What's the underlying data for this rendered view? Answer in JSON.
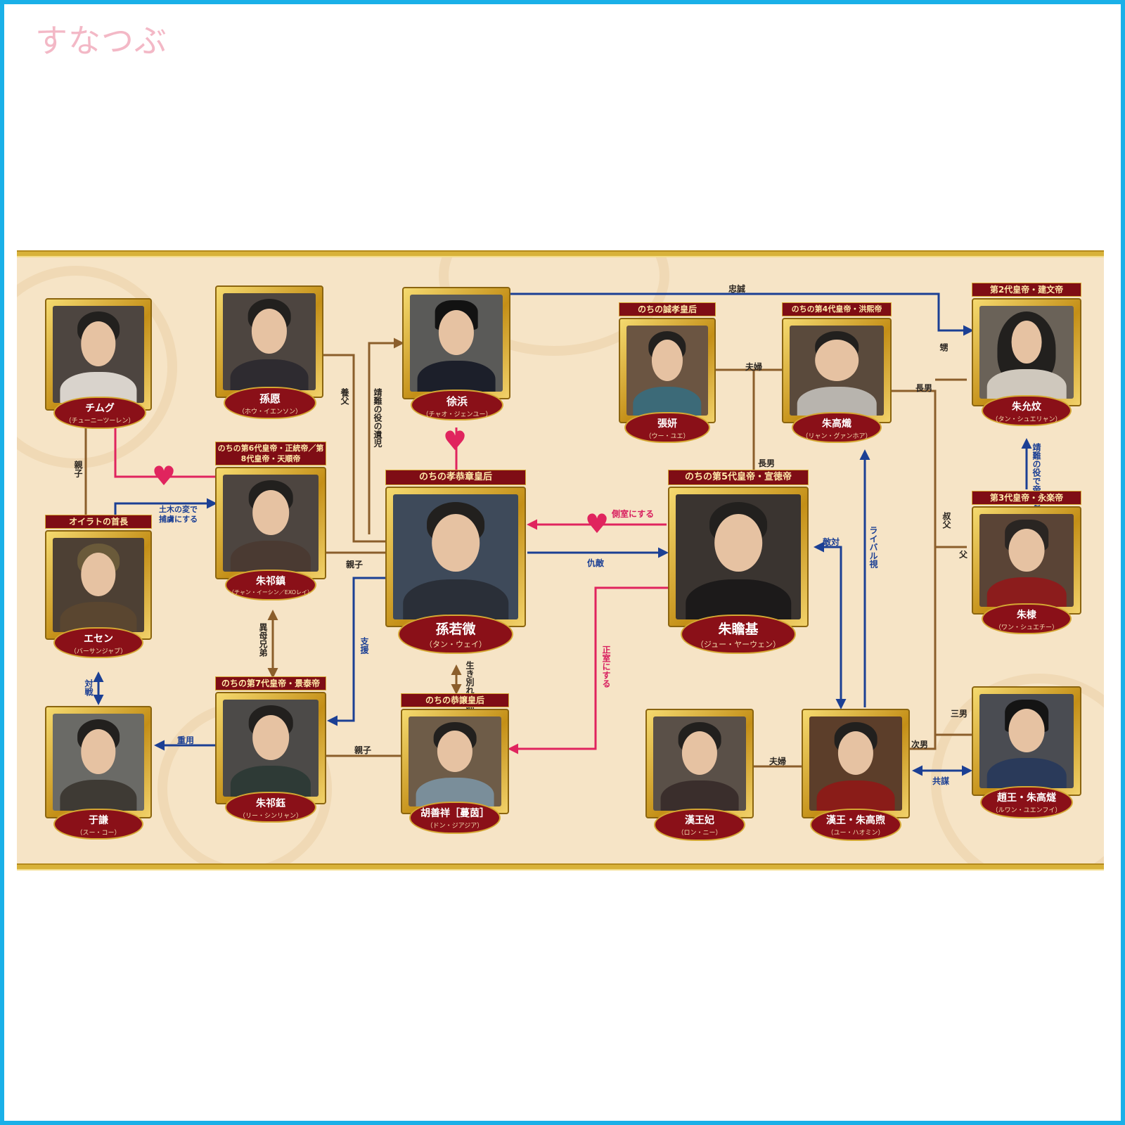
{
  "watermark": "すなつぶ",
  "colors": {
    "frame": "#1ab0e8",
    "panel": "#f6e4c6",
    "gold": "#d8b23a",
    "plate": "#8a1018",
    "parent_line": "#8b5e2b",
    "rival_line": "#1b3f94",
    "love_line": "#e0245e"
  },
  "characters": {
    "chimugu": {
      "name": "チムグ",
      "actor": "（チューニーツーレン）"
    },
    "sonken": {
      "name": "孫愿",
      "actor": "（ホウ・イエンソン）"
    },
    "johin": {
      "name": "徐浜",
      "actor": "（チャオ・ジェンユー）"
    },
    "choken": {
      "title": "のちの誠孝皇后",
      "name": "張妍",
      "actor": "（ウー・ユエ）"
    },
    "shukoshi": {
      "title": "のちの第4代皇帝・洪熙帝",
      "name": "朱高熾",
      "actor": "（リャン・グァンホア）"
    },
    "shuinbun": {
      "title": "第2代皇帝・建文帝",
      "name": "朱允炆",
      "actor": "（タン・シュエリャン）"
    },
    "esen": {
      "title": "オイラトの首長",
      "name": "エセン",
      "actor": "（バーサンジャブ）"
    },
    "shukichin": {
      "title": "のちの第6代皇帝・正統帝／第8代皇帝・天順帝",
      "name": "朱祁鎮",
      "actor": "（チャン・イーシン／EXOレイ）"
    },
    "sonjakubi": {
      "title": "のちの孝恭章皇后",
      "name": "孫若微",
      "actor": "（タン・ウェイ）"
    },
    "shusenki": {
      "title": "のちの第5代皇帝・宣徳帝",
      "name": "朱瞻基",
      "actor": "（ジュー・ヤーウェン）"
    },
    "shutei": {
      "title": "第3代皇帝・永楽帝",
      "name": "朱棣",
      "actor": "（ワン・シュエチー）"
    },
    "uken": {
      "name": "于謙",
      "actor": "（スー・コー）"
    },
    "shukigyoku": {
      "title": "のちの第7代皇帝・景泰帝",
      "name": "朱祁鈺",
      "actor": "（リー・シンリャン）"
    },
    "kozenshou": {
      "title": "のちの恭譲皇后",
      "name": "胡善祥［蔓茵］",
      "actor": "（ドン・ジアジア）"
    },
    "kanouhi": {
      "name": "漢王妃",
      "actor": "（ロン・ニー）"
    },
    "kanou": {
      "name": "漢王・朱高煦",
      "actor": "（ユー・ハオミン）"
    },
    "chouou": {
      "name": "趙王・朱高燧",
      "actor": "（ルワン・ユエンフイ）"
    }
  },
  "relations": {
    "chusei": "忠誠",
    "yofu": "養父",
    "seinan_yuji": "靖難の役の遺児",
    "fufu_top": "夫婦",
    "chonan_top": "長男",
    "oi": "甥",
    "shinshi_left": "親子",
    "dobokunohen": "土木の変で捕虜にする",
    "shinshi_mid": "親子",
    "sokushitsu": "側室にする",
    "kyuteki": "仇敵",
    "chonan_mid": "長男",
    "tekitai": "敵対",
    "rival": "ライバル視",
    "seinan_koui": "靖難の役で帝位を簒奪する",
    "shukufu": "叔父",
    "chichi": "父",
    "ibo_kyodai": "異母兄弟",
    "shien": "支援",
    "ikiwakare": "生き別れの姉妹",
    "seishitsu": "正室にする",
    "taisen": "対戦",
    "juyo": "重用",
    "shinshi_bottom": "親子",
    "fufu_bottom": "夫婦",
    "sannan": "三男",
    "jinan": "次男",
    "kyobo": "共謀"
  }
}
